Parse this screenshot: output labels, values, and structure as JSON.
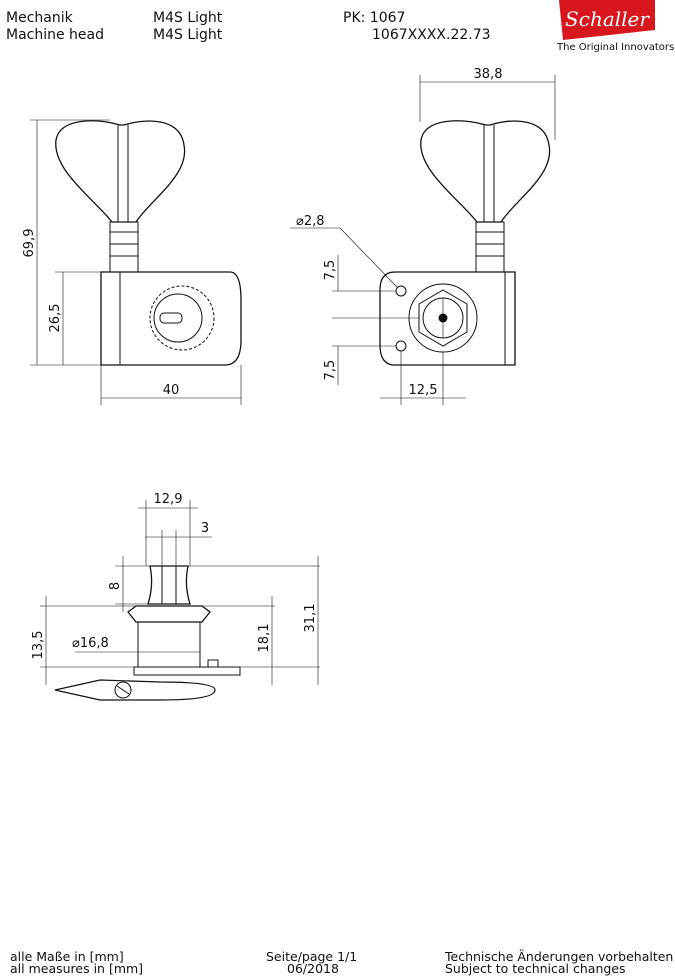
{
  "header": {
    "label_de": "Mechanik",
    "label_en": "Machine head",
    "model_de": "M4S Light",
    "model_en": "M4S Light",
    "pk": "PK: 1067",
    "part_number": "1067XXXX.22.73"
  },
  "logo": {
    "brand": "Schaller",
    "tagline": "The Original Innovators",
    "color": "#d7161d"
  },
  "dimensions": {
    "front_height": "69,9",
    "front_body_height": "26,5",
    "front_width": "40",
    "side_width": "38,8",
    "hole_diameter": "⌀2,8",
    "hole_offset_top": "7,5",
    "hole_offset_bottom": "7,5",
    "hole_to_center": "12,5",
    "post_width": "12,9",
    "slot_width": "3",
    "post_head_height": "8",
    "bushing_height": "13,5",
    "bushing_diameter": "⌀16,8",
    "post_height": "18,1",
    "total_height": "31,1"
  },
  "footer": {
    "units_de": "alle Maße in [mm]",
    "units_en": "all measures in [mm]",
    "page": "Seite/page 1/1",
    "date": "06/2018",
    "disclaimer_de": "Technische Änderungen vorbehalten",
    "disclaimer_en": "Subject to technical changes"
  }
}
